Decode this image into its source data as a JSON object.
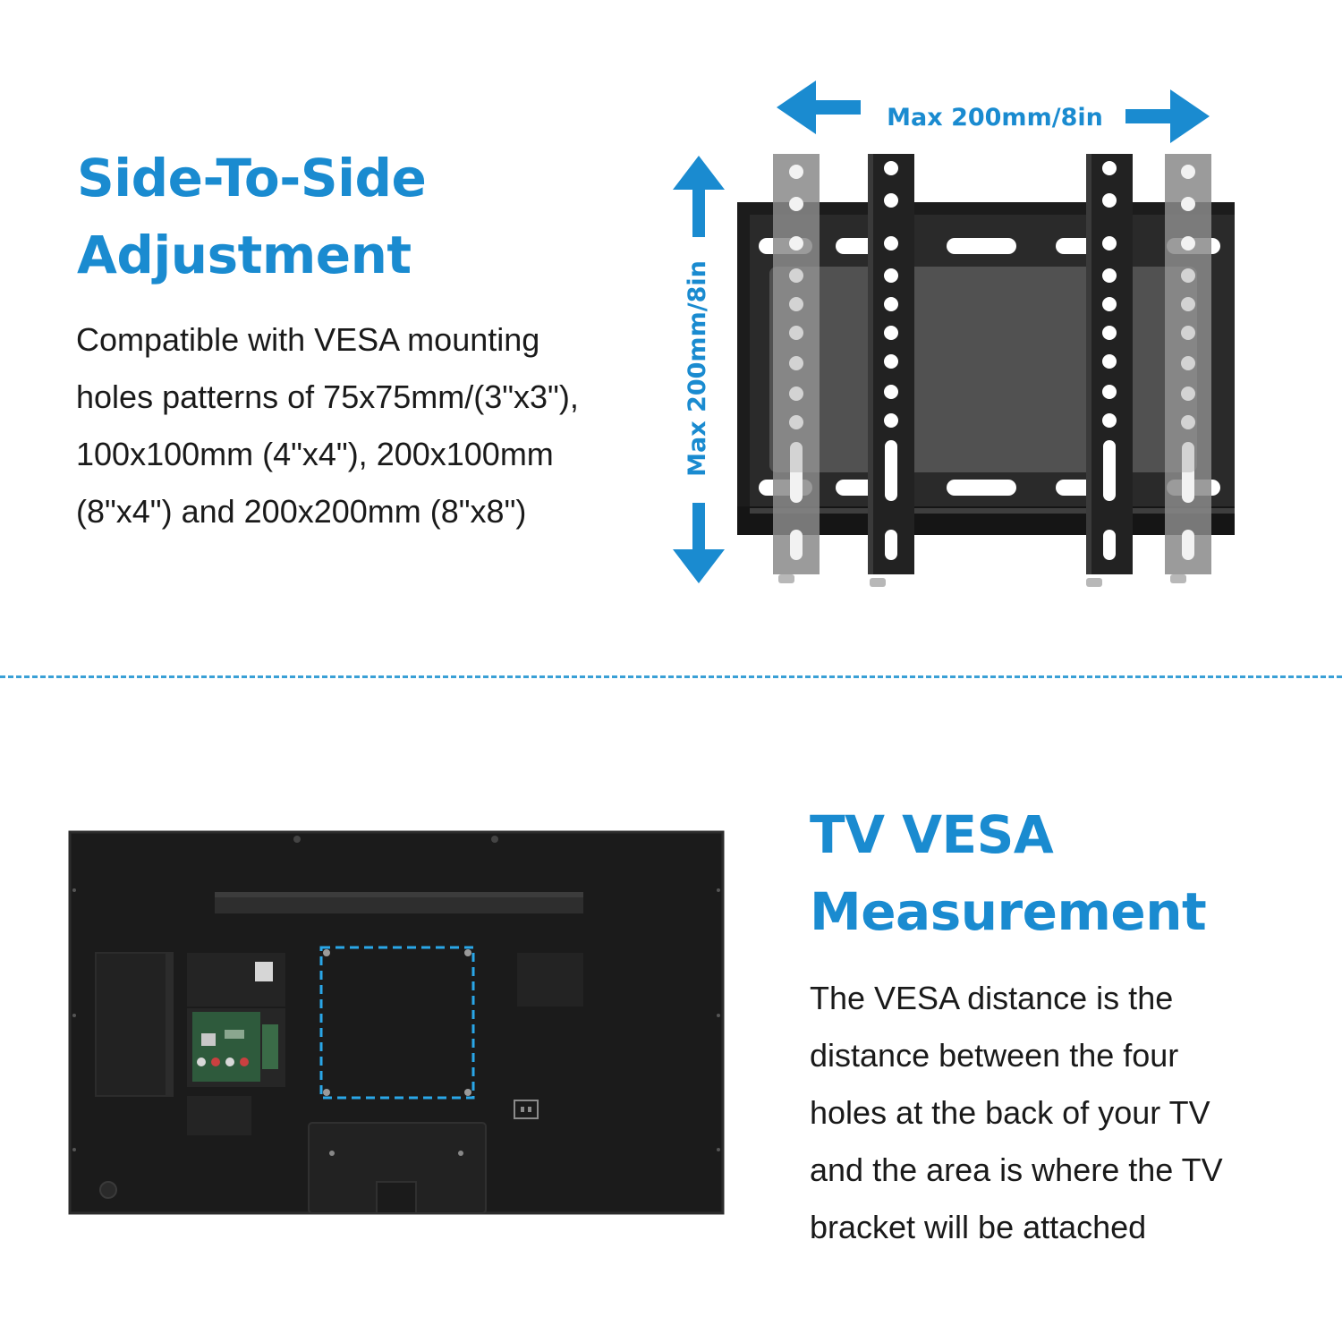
{
  "top_section": {
    "heading": [
      "Side-To-Side",
      "Adjustment"
    ],
    "body": [
      "Compatible with VESA mounting",
      "holes patterns of 75x75mm/(3\"x3\"),",
      "100x100mm (4\"x4\"), 200x100mm",
      "(8\"x4\") and 200x200mm (8\"x8\")"
    ]
  },
  "bracket_figure": {
    "horizontal_label": "Max 200mm/8in",
    "vertical_label": "Max 200mm/8in",
    "arrow_color": "#1a8bd0",
    "icons": [
      "arrow-left-icon",
      "arrow-right-icon",
      "arrow-up-icon",
      "arrow-down-icon"
    ]
  },
  "bottom_section": {
    "heading": [
      "TV VESA",
      "Measurement"
    ],
    "body": [
      "The VESA distance is the",
      "distance between the four",
      "holes at the back of your TV",
      "and the area is where the TV",
      "bracket will be attached"
    ]
  },
  "colors": {
    "accent": "#1a8bd0",
    "divider": "#3aa0d6",
    "text": "#1a1a1a",
    "tv_back": "#1b1b1b",
    "vesa_outline": "#2aa7e8"
  }
}
